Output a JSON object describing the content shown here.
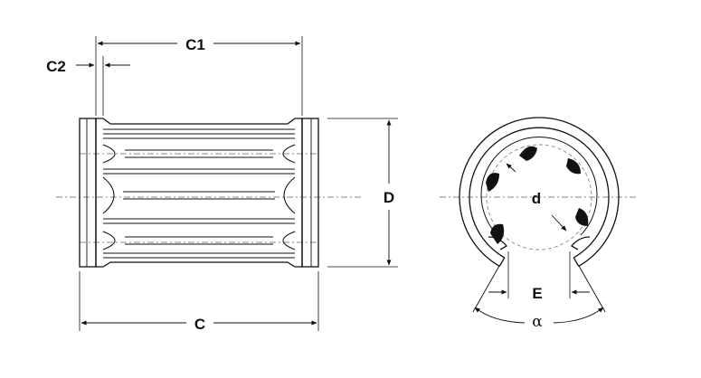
{
  "labels": {
    "c1": "C1",
    "c2": "C2",
    "c": "C",
    "d_outer": "D",
    "d_inner": "d",
    "e": "E",
    "alpha": "α"
  },
  "colors": {
    "line": "#111111",
    "centerline": "#8a8a8a",
    "ball": "#111111"
  }
}
